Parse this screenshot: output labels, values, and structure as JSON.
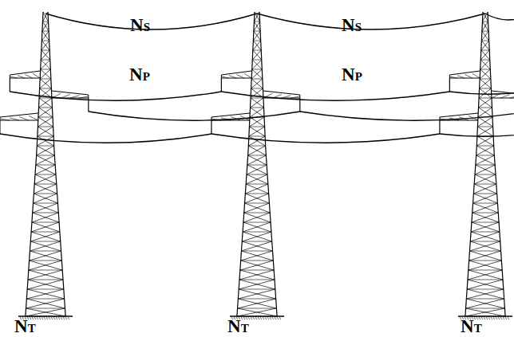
{
  "diagram": {
    "labels": [
      "NS",
      "NS",
      "NP",
      "NP",
      "NT",
      "NT",
      "NT"
    ]
  }
}
